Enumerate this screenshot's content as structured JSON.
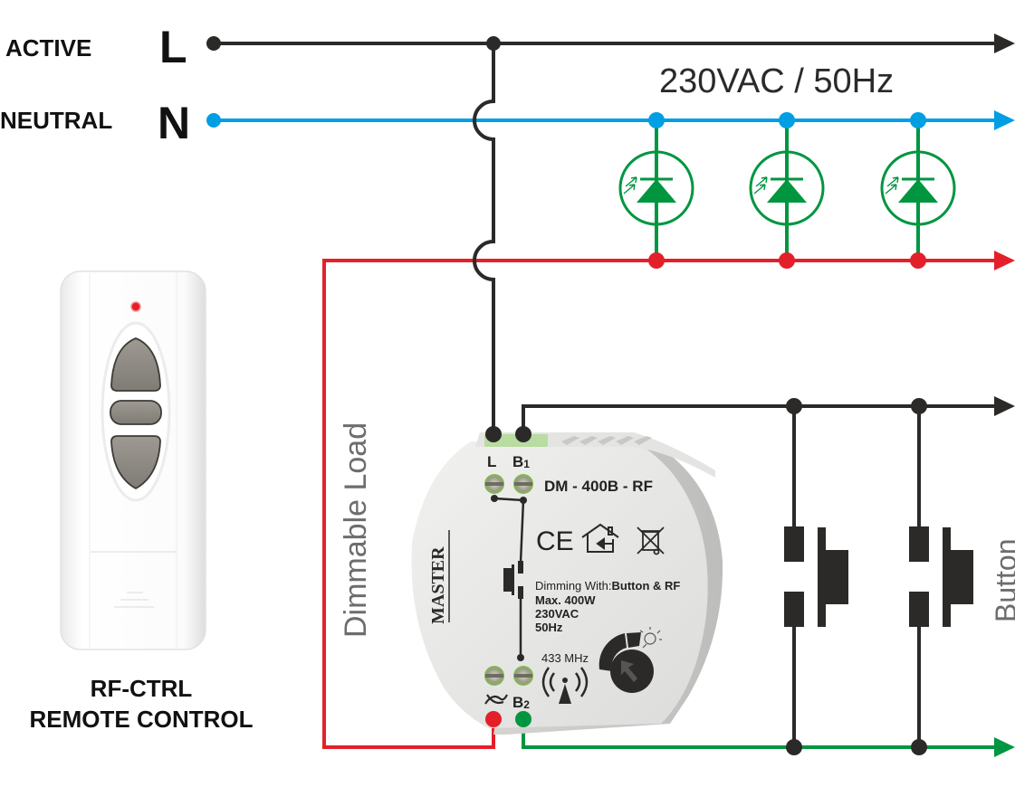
{
  "supply": {
    "active_label": "ACTIVE",
    "active_symbol": "L",
    "neutral_label": "NEUTRAL",
    "neutral_symbol": "N",
    "rating": "230VAC / 50Hz"
  },
  "colors": {
    "active": "#2b2a29",
    "neutral": "#009fe3",
    "load": "#e3202a",
    "button_line": "#009640",
    "led": "#009640",
    "label_grey": "#6d6d6d"
  },
  "loads": {
    "label": "Dimmable Load",
    "led_count": 3
  },
  "buttons": {
    "label": "Button",
    "count": 2
  },
  "remote": {
    "model": "RF-CTRL",
    "description": "REMOTE CONTROL"
  },
  "device": {
    "brand": "MASTER",
    "model": "DM - 400B - RF",
    "terminal_l": "L",
    "terminal_b1": "B",
    "terminal_b1_sub": "1",
    "terminal_b2": "B",
    "terminal_b2_sub": "2",
    "terminal_load_icon": "dimmer-output-icon",
    "dimming_prefix": "Dimming With:",
    "dimming_value": "Button & RF",
    "max_power": "Max. 400W",
    "voltage": "230VAC",
    "frequency": "50Hz",
    "rf_frequency": "433 MHz",
    "ce_mark": "CE"
  }
}
